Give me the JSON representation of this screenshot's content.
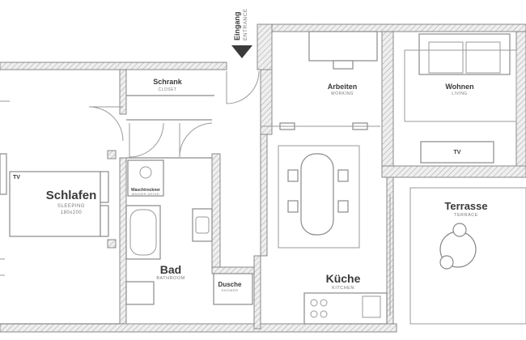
{
  "rooms": {
    "schlafen": {
      "name": "Schlafen",
      "sub": "SLEEPING",
      "size": "180x200"
    },
    "schrank": {
      "name": "Schrank",
      "sub": "CLOSET"
    },
    "bad": {
      "name": "Bad",
      "sub": "BATHROOM"
    },
    "dusche": {
      "name": "Dusche",
      "sub": "SHOWER"
    },
    "waschtrockner": {
      "name": "Waschtrockner",
      "sub": "WASHER DRYER"
    },
    "arbeiten": {
      "name": "Arbeiten",
      "sub": "WORKING"
    },
    "wohnen": {
      "name": "Wohnen",
      "sub": "LIVING"
    },
    "kueche": {
      "name": "Küche",
      "sub": "KITCHEN"
    },
    "terrasse": {
      "name": "Terrasse",
      "sub": "TERRACE"
    }
  },
  "entrance": {
    "name": "Eingang",
    "sub": "ENTRANCE"
  },
  "tv_labels": {
    "bedroom": "TV",
    "living": "TV"
  },
  "colors": {
    "wall": "#ececec",
    "line": "#8a8a8a",
    "text": "#3a3a3a",
    "subtext": "#7a7a7a"
  }
}
